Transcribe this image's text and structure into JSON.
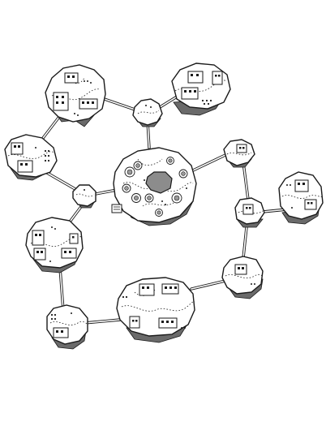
{
  "map": {
    "style": "black-and-white ink sketch",
    "background": "#ffffff",
    "ink": "#1a1a1a",
    "shade": "#6a6a6a",
    "icons": [
      "floating-island",
      "rope-bridge",
      "building",
      "crater",
      "pool"
    ],
    "islands": [
      {
        "id": "central",
        "kind": "large",
        "features": [
          "pool",
          "craters",
          "dock"
        ]
      },
      {
        "id": "top-left",
        "kind": "medium",
        "features": [
          "buildings",
          "path"
        ]
      },
      {
        "id": "top-right",
        "kind": "medium",
        "features": [
          "buildings",
          "path"
        ]
      },
      {
        "id": "top-hub",
        "kind": "small",
        "features": [
          "path"
        ]
      },
      {
        "id": "left",
        "kind": "medium",
        "features": [
          "buildings",
          "path"
        ]
      },
      {
        "id": "junction",
        "kind": "small",
        "features": [
          "path"
        ]
      },
      {
        "id": "mid-left",
        "kind": "medium",
        "features": [
          "buildings",
          "path"
        ]
      },
      {
        "id": "bottom-left",
        "kind": "small",
        "features": [
          "buildings"
        ]
      },
      {
        "id": "bottom-center",
        "kind": "large",
        "features": [
          "buildings",
          "path"
        ]
      },
      {
        "id": "right-upper",
        "kind": "small",
        "features": [
          "building"
        ]
      },
      {
        "id": "right-mid",
        "kind": "small",
        "features": [
          "building"
        ]
      },
      {
        "id": "far-right",
        "kind": "medium",
        "features": [
          "buildings",
          "path"
        ]
      },
      {
        "id": "right-lower",
        "kind": "small",
        "features": [
          "building"
        ]
      }
    ],
    "bridges": [
      {
        "from": "top-left",
        "to": "top-hub"
      },
      {
        "from": "top-hub",
        "to": "top-right"
      },
      {
        "from": "top-hub",
        "to": "central"
      },
      {
        "from": "top-left",
        "to": "left"
      },
      {
        "from": "left",
        "to": "junction"
      },
      {
        "from": "junction",
        "to": "central"
      },
      {
        "from": "junction",
        "to": "mid-left"
      },
      {
        "from": "mid-left",
        "to": "bottom-left"
      },
      {
        "from": "bottom-left",
        "to": "bottom-center"
      },
      {
        "from": "bottom-center",
        "to": "right-lower"
      },
      {
        "from": "right-lower",
        "to": "right-mid"
      },
      {
        "from": "right-mid",
        "to": "far-right"
      },
      {
        "from": "right-mid",
        "to": "right-upper"
      },
      {
        "from": "right-upper",
        "to": "central"
      }
    ]
  }
}
